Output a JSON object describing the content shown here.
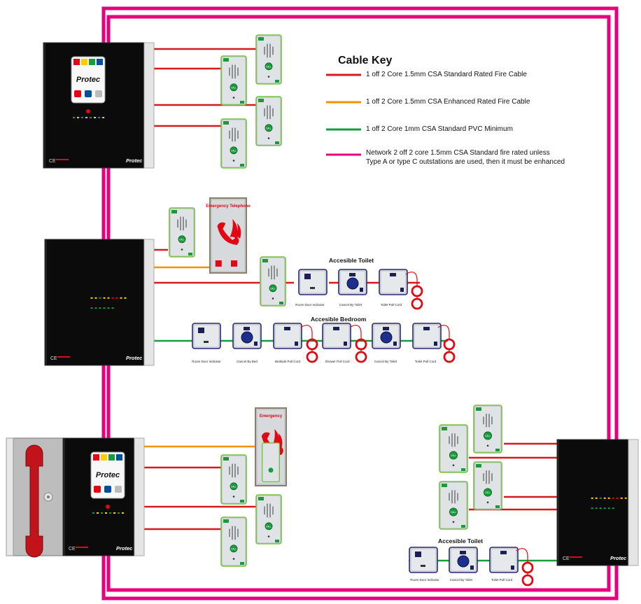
{
  "colors": {
    "network": "#e6007e",
    "standard_fire": "#d7191c",
    "enhanced_fire": "#f39200",
    "pvc": "#1a9b3b",
    "panel": "#0b0b0b",
    "pull_cord": "#e30613"
  },
  "cable_key": {
    "title": "Cable Key",
    "items": [
      {
        "color": "#d7191c",
        "label": "1 off 2 Core 1.5mm CSA Standard Rated Fire Cable"
      },
      {
        "color": "#f39200",
        "label": "1 off 2 Core 1.5mm CSA Enhanced Rated Fire Cable"
      },
      {
        "color": "#1a9b3b",
        "label": "1 off 2 Core 1mm CSA Standard PVC Minimum"
      },
      {
        "color": "#e6007e",
        "label_line1": "Network 2 off 2 core 1.5mm CSA Standard fire rated unless",
        "label_line2": "Type A or type C outstations are used, then it must be enhanced"
      }
    ]
  },
  "sections": {
    "toilet1": {
      "title": "Accesible Toilet",
      "captions": [
        "Room Door Indicator",
        "Cancel By Toilet",
        "Toilet Pull Cord"
      ]
    },
    "bedroom": {
      "title": "Accesible Bedroom",
      "captions": [
        "Room Door Indicator",
        "Cancel By Bed",
        "Bedside Pull Cord",
        "Shower Pull Cord",
        "Cancel By Toilet",
        "Toilet Pull Cord"
      ]
    },
    "toilet2": {
      "title": "Accesible Toilet",
      "captions": [
        "Room Door Indicator",
        "Cancel By Toilet",
        "Toilet Pull Cord"
      ]
    }
  },
  "panel": {
    "brand": "Protec",
    "ce": "CE"
  },
  "outstation": {
    "call_label": "CALL"
  },
  "sign": {
    "title_top": "Emergency Telephone",
    "title_bottom": "Emergency"
  },
  "icons": {
    "telephone": "telephone-icon",
    "fire": "fire-icon",
    "wheelchair": "wheelchair-icon",
    "padlock": "padlock-icon",
    "key": "key-icon"
  }
}
